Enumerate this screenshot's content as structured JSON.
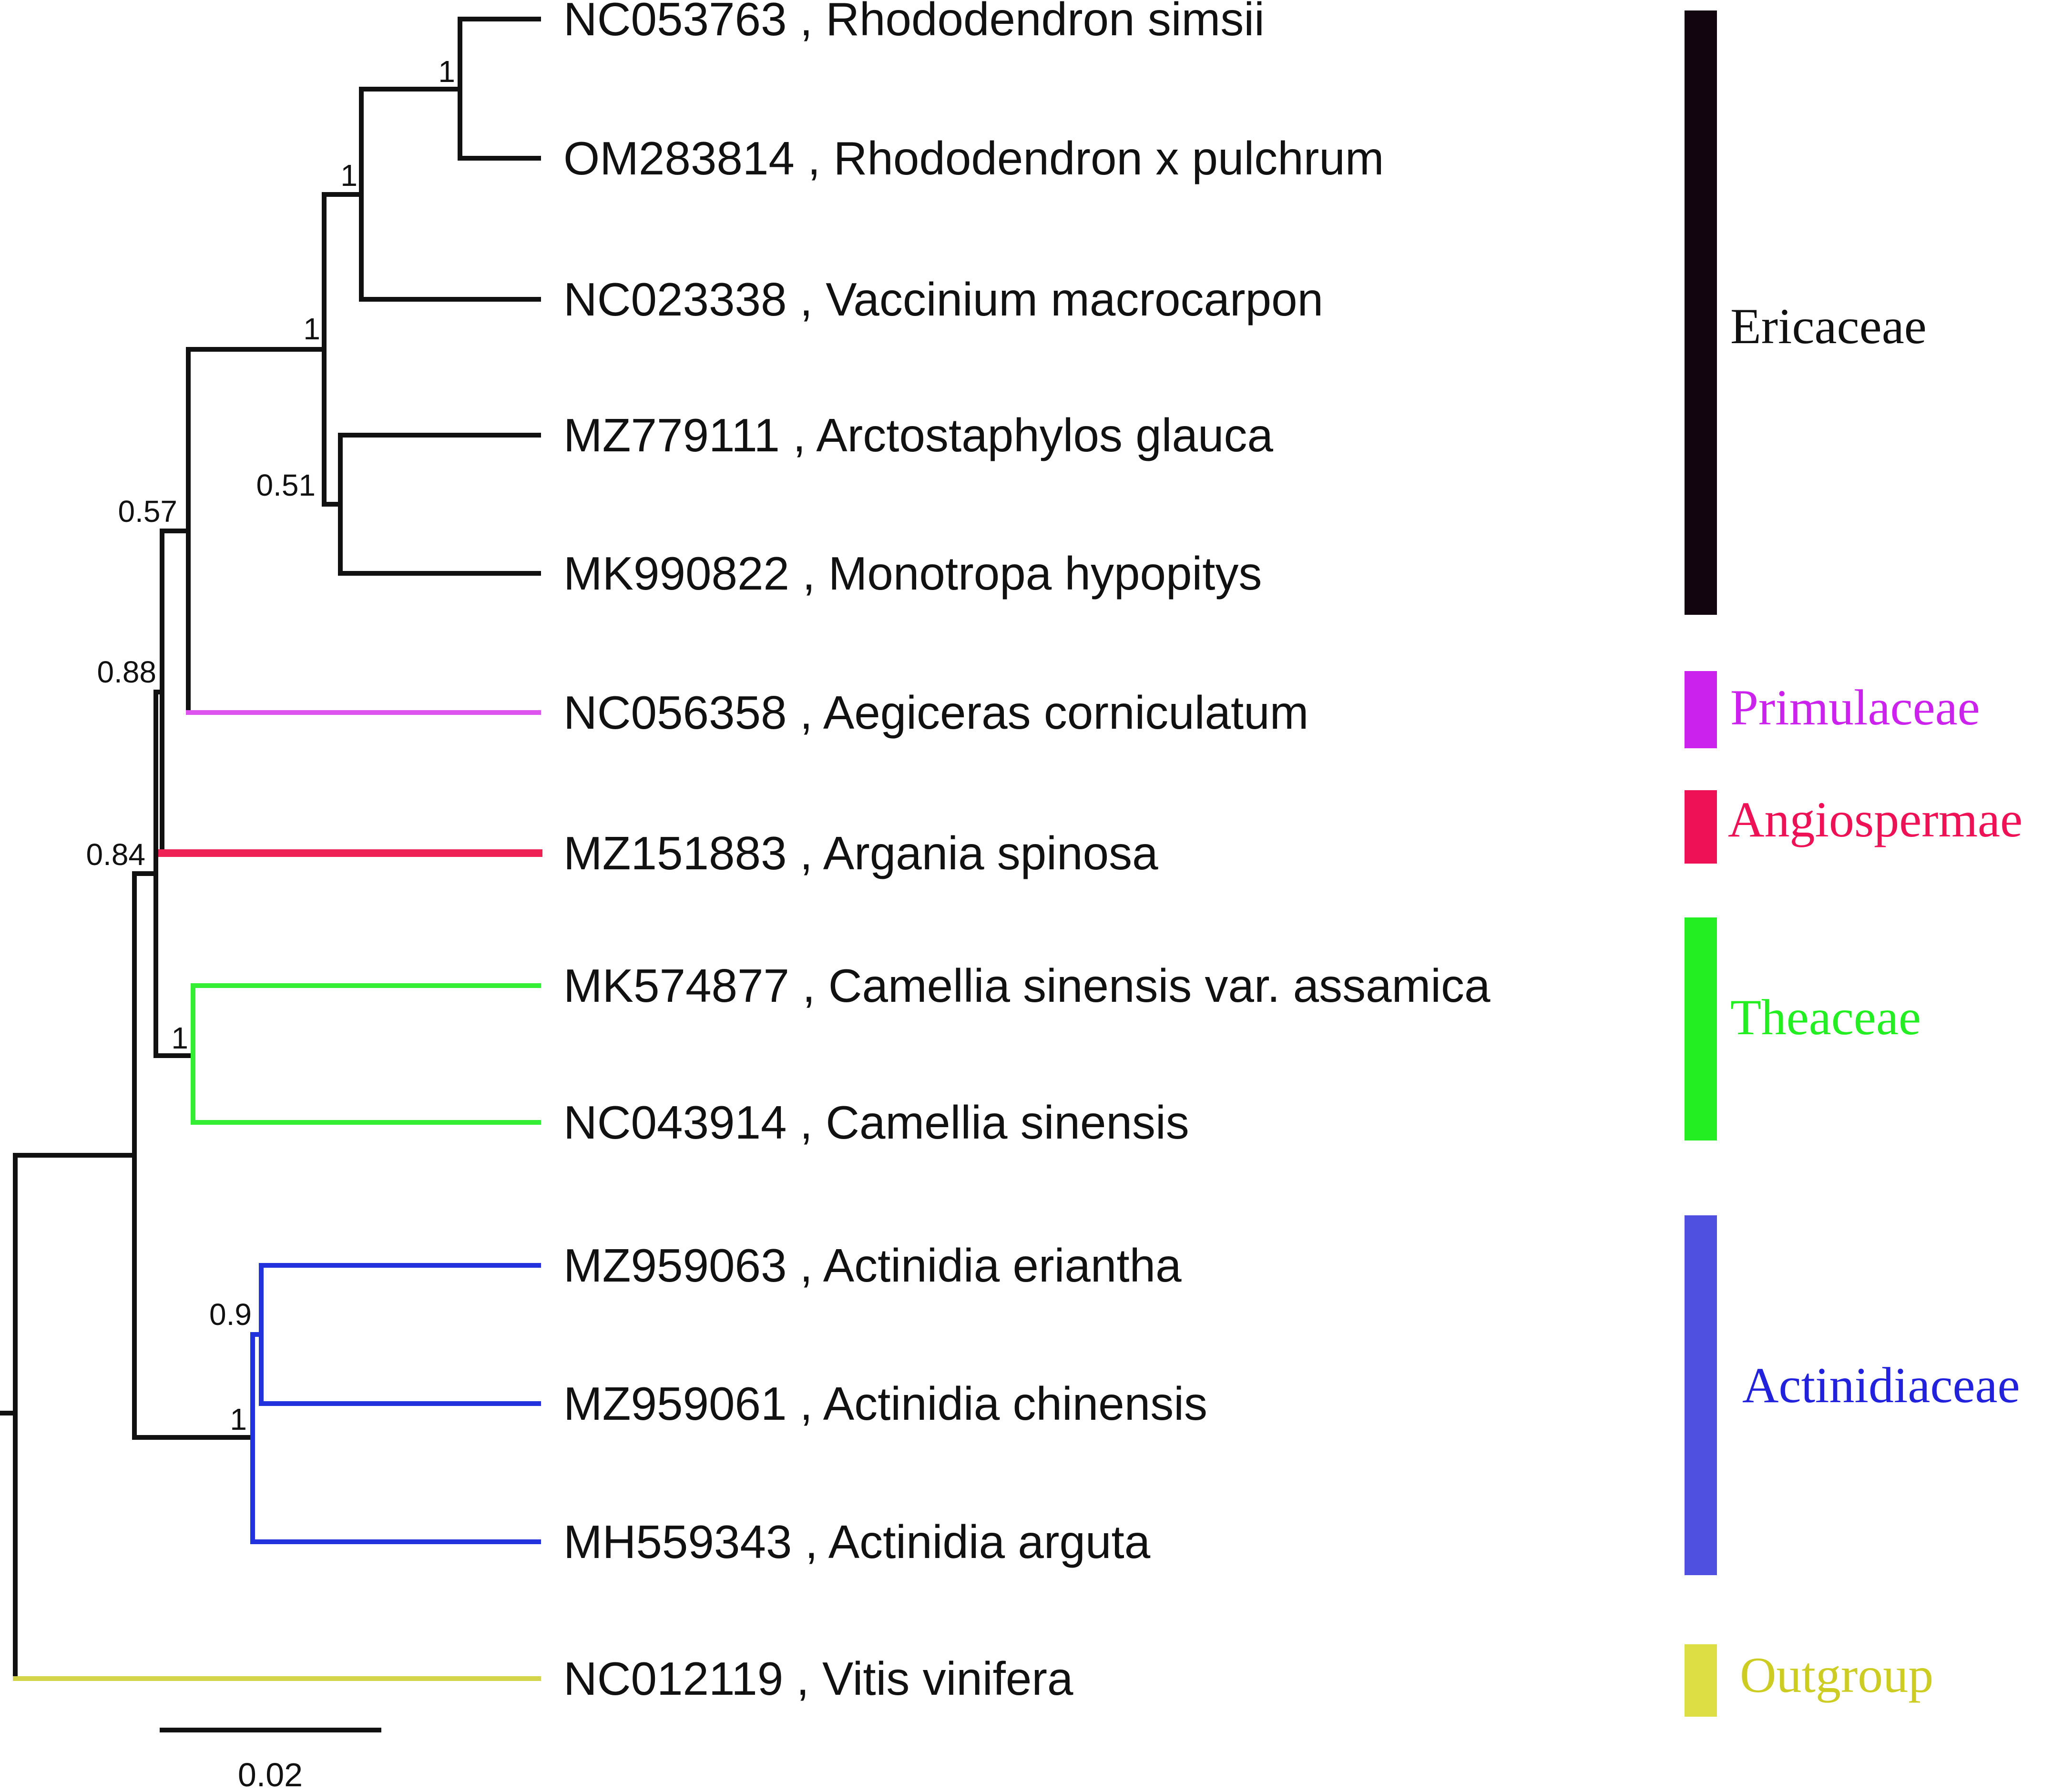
{
  "tips": [
    {
      "accession": "NC053763",
      "species": "Rhododendron simsii",
      "color": "#111111"
    },
    {
      "accession": "OM283814",
      "species": "Rhododendron x pulchrum",
      "color": "#111111"
    },
    {
      "accession": "NC023338",
      "species": "Vaccinium macrocarpon",
      "color": "#111111"
    },
    {
      "accession": "MZ779111",
      "species": "Arctostaphylos glauca",
      "color": "#111111"
    },
    {
      "accession": "MK990822",
      "species": "Monotropa hypopitys",
      "color": "#111111"
    },
    {
      "accession": "NC056358",
      "species": "Aegiceras corniculatum",
      "color": "#dd55ee"
    },
    {
      "accession": "MZ151883",
      "species": "Argania spinosa",
      "color": "#ee2255"
    },
    {
      "accession": "MK574877",
      "species": "Camellia sinensis var. assamica",
      "color": "#33ee33"
    },
    {
      "accession": "NC043914",
      "species": "Camellia sinensis",
      "color": "#33ee33"
    },
    {
      "accession": "MZ959063",
      "species": "Actinidia eriantha",
      "color": "#2233dd"
    },
    {
      "accession": "MZ959061",
      "species": "Actinidia chinensis",
      "color": "#2233dd"
    },
    {
      "accession": "MH559343",
      "species": "Actinidia arguta",
      "color": "#2233dd"
    },
    {
      "accession": "NC012119",
      "species": "Vitis vinifera",
      "color": "#d4d44a"
    }
  ],
  "support_values": [
    "1",
    "1",
    "1",
    "0.51",
    "0.57",
    "0.88",
    "0.84",
    "1",
    "0.9",
    "1"
  ],
  "clades": [
    {
      "name": "Ericaceae",
      "bar_color": "#120510",
      "text_color": "#111111"
    },
    {
      "name": "Primulaceae",
      "bar_color": "#cc22ee",
      "text_color": "#cc22ee"
    },
    {
      "name": "Angiospermae",
      "bar_color": "#ee1155",
      "text_color": "#ee1155"
    },
    {
      "name": "Theaceae",
      "bar_color": "#22ee22",
      "text_color": "#22ee22"
    },
    {
      "name": "Actinidiaceae",
      "bar_color": "#5050e0",
      "text_color": "#2222dd"
    },
    {
      "name": "Outgroup",
      "bar_color": "#dddd44",
      "text_color": "#cccc22"
    }
  ],
  "scale_bar": {
    "label": "0.02"
  }
}
